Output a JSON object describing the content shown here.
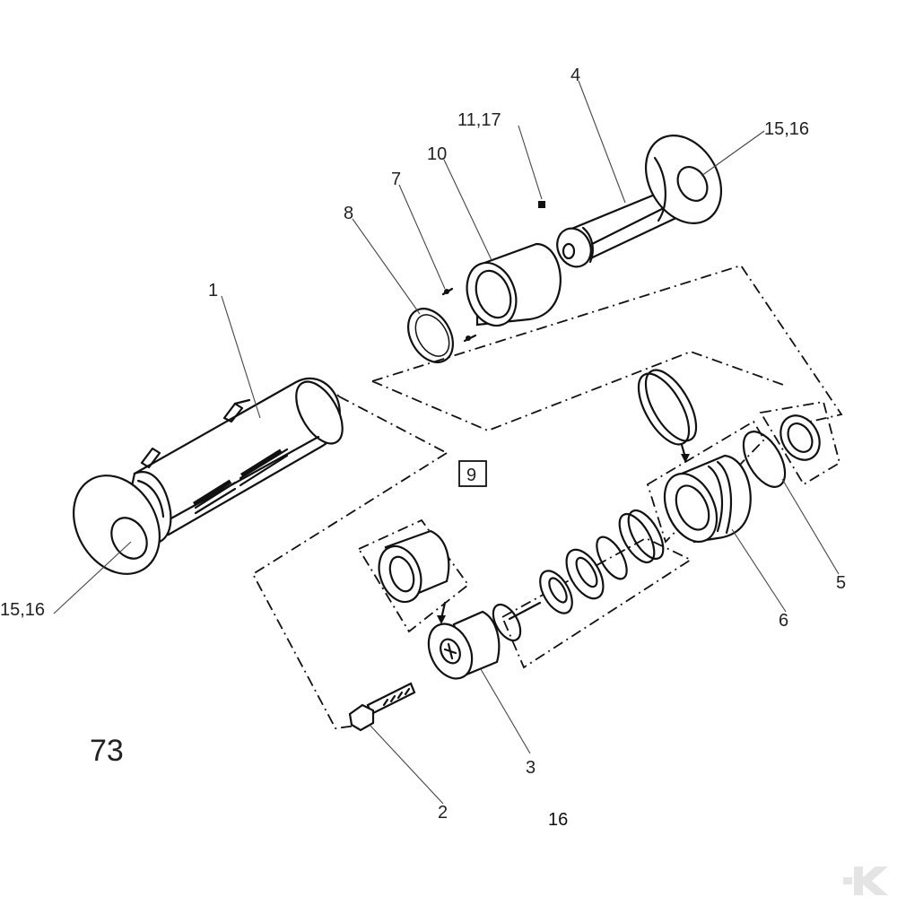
{
  "labels": {
    "l1": "1",
    "l2": "2",
    "l3": "3",
    "l4": "4",
    "l5": "5",
    "l6": "6",
    "l7": "7",
    "l8": "8",
    "l9": "9",
    "l10": "10",
    "l11_17": "11,17",
    "l15_16_top": "15,16",
    "l15_16_left": "15,16"
  },
  "figure_number": "73",
  "page_number": "16",
  "watermark_icon": "k-logo-icon"
}
